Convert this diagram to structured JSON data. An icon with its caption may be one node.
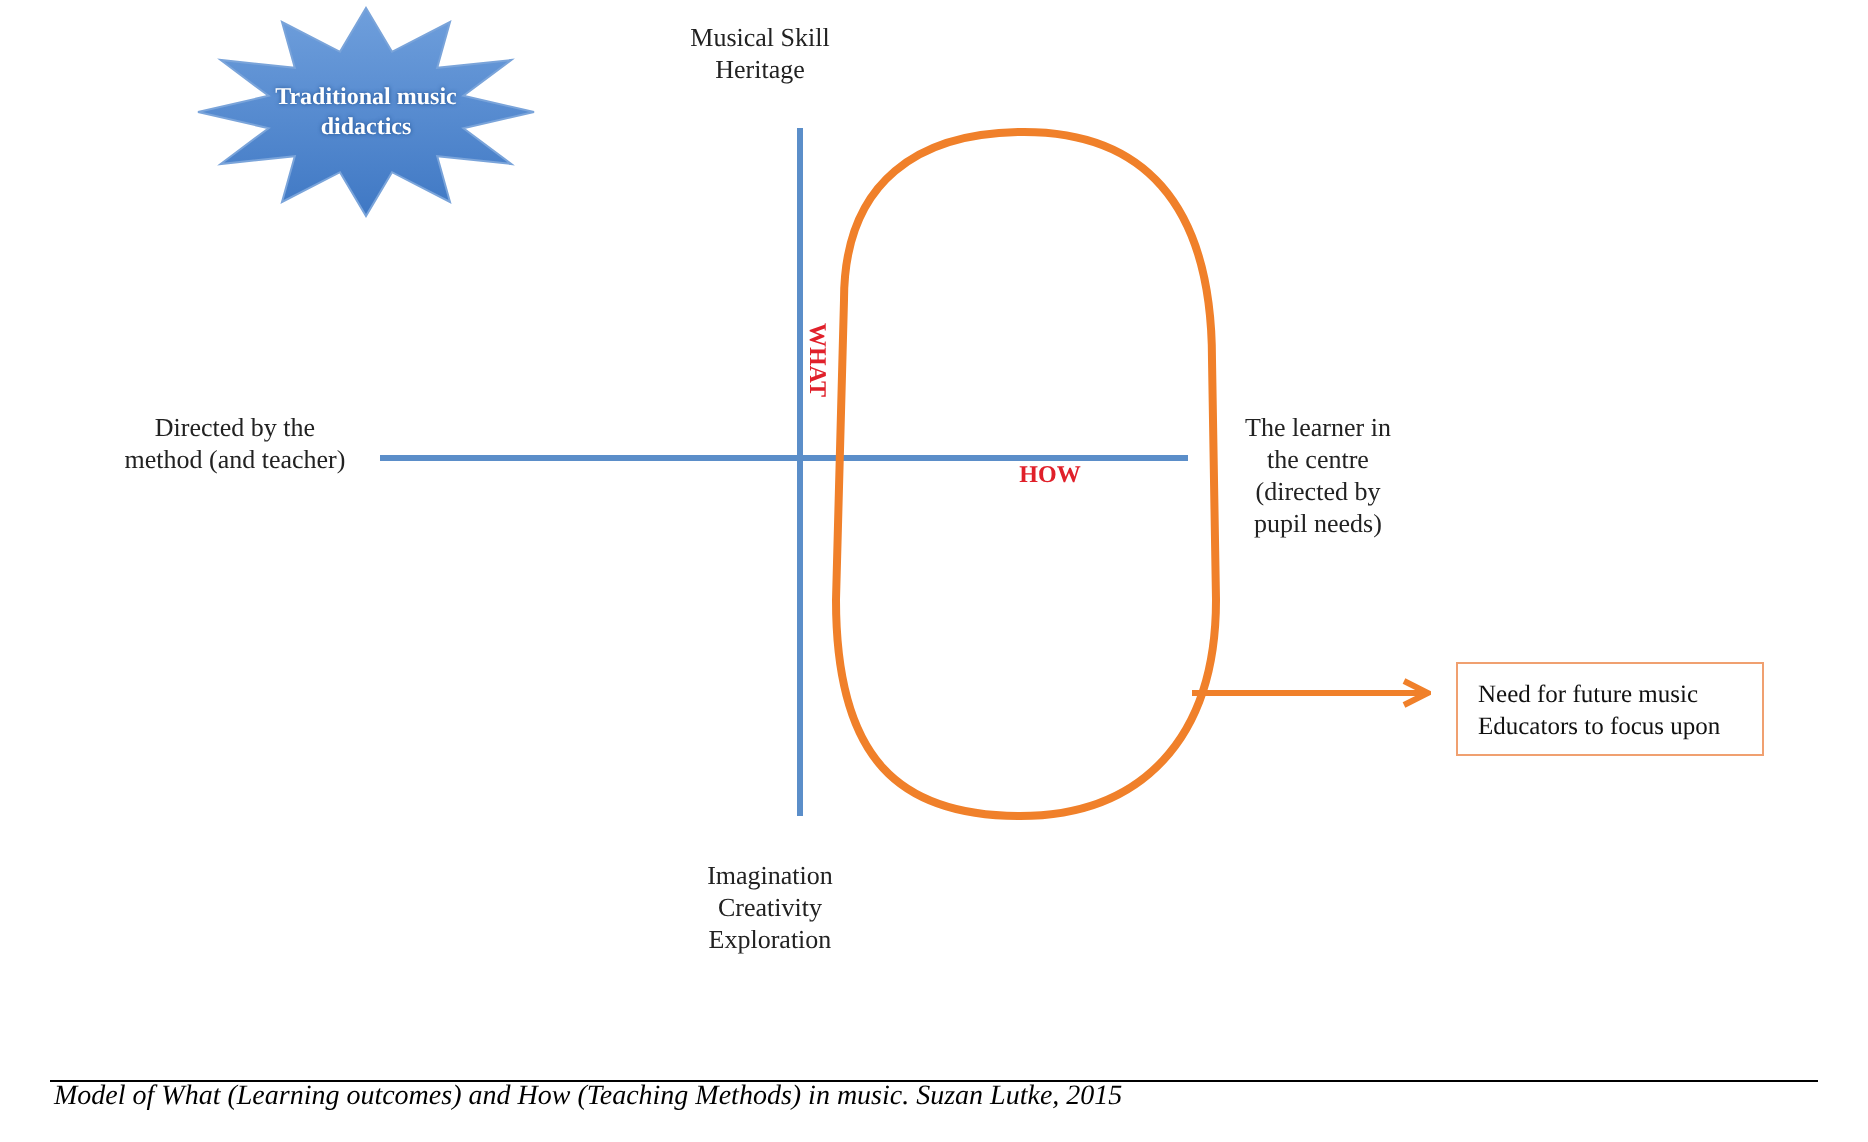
{
  "diagram": {
    "caption": "Model of What (Learning outcomes) and How (Teaching Methods) in music. Suzan Lutke, 2015",
    "nodes": [
      {
        "text": [
          "Traditional music didactics"
        ]
      },
      {
        "text": [],
        "shape": "oval"
      },
      {
        "text": [
          "Need for future music Educators to focus upon"
        ]
      }
    ],
    "edges": [
      {
        "from": 1,
        "to": 2,
        "arrow": "to"
      }
    ],
    "labels": [
      "Musical Skill Heritage",
      "Directed by the method (and teacher)",
      "WHAT",
      "The learner in the centre (directed by pupil needs)",
      "HOW",
      "Imagination Creativity Exploration"
    ]
  }
}
